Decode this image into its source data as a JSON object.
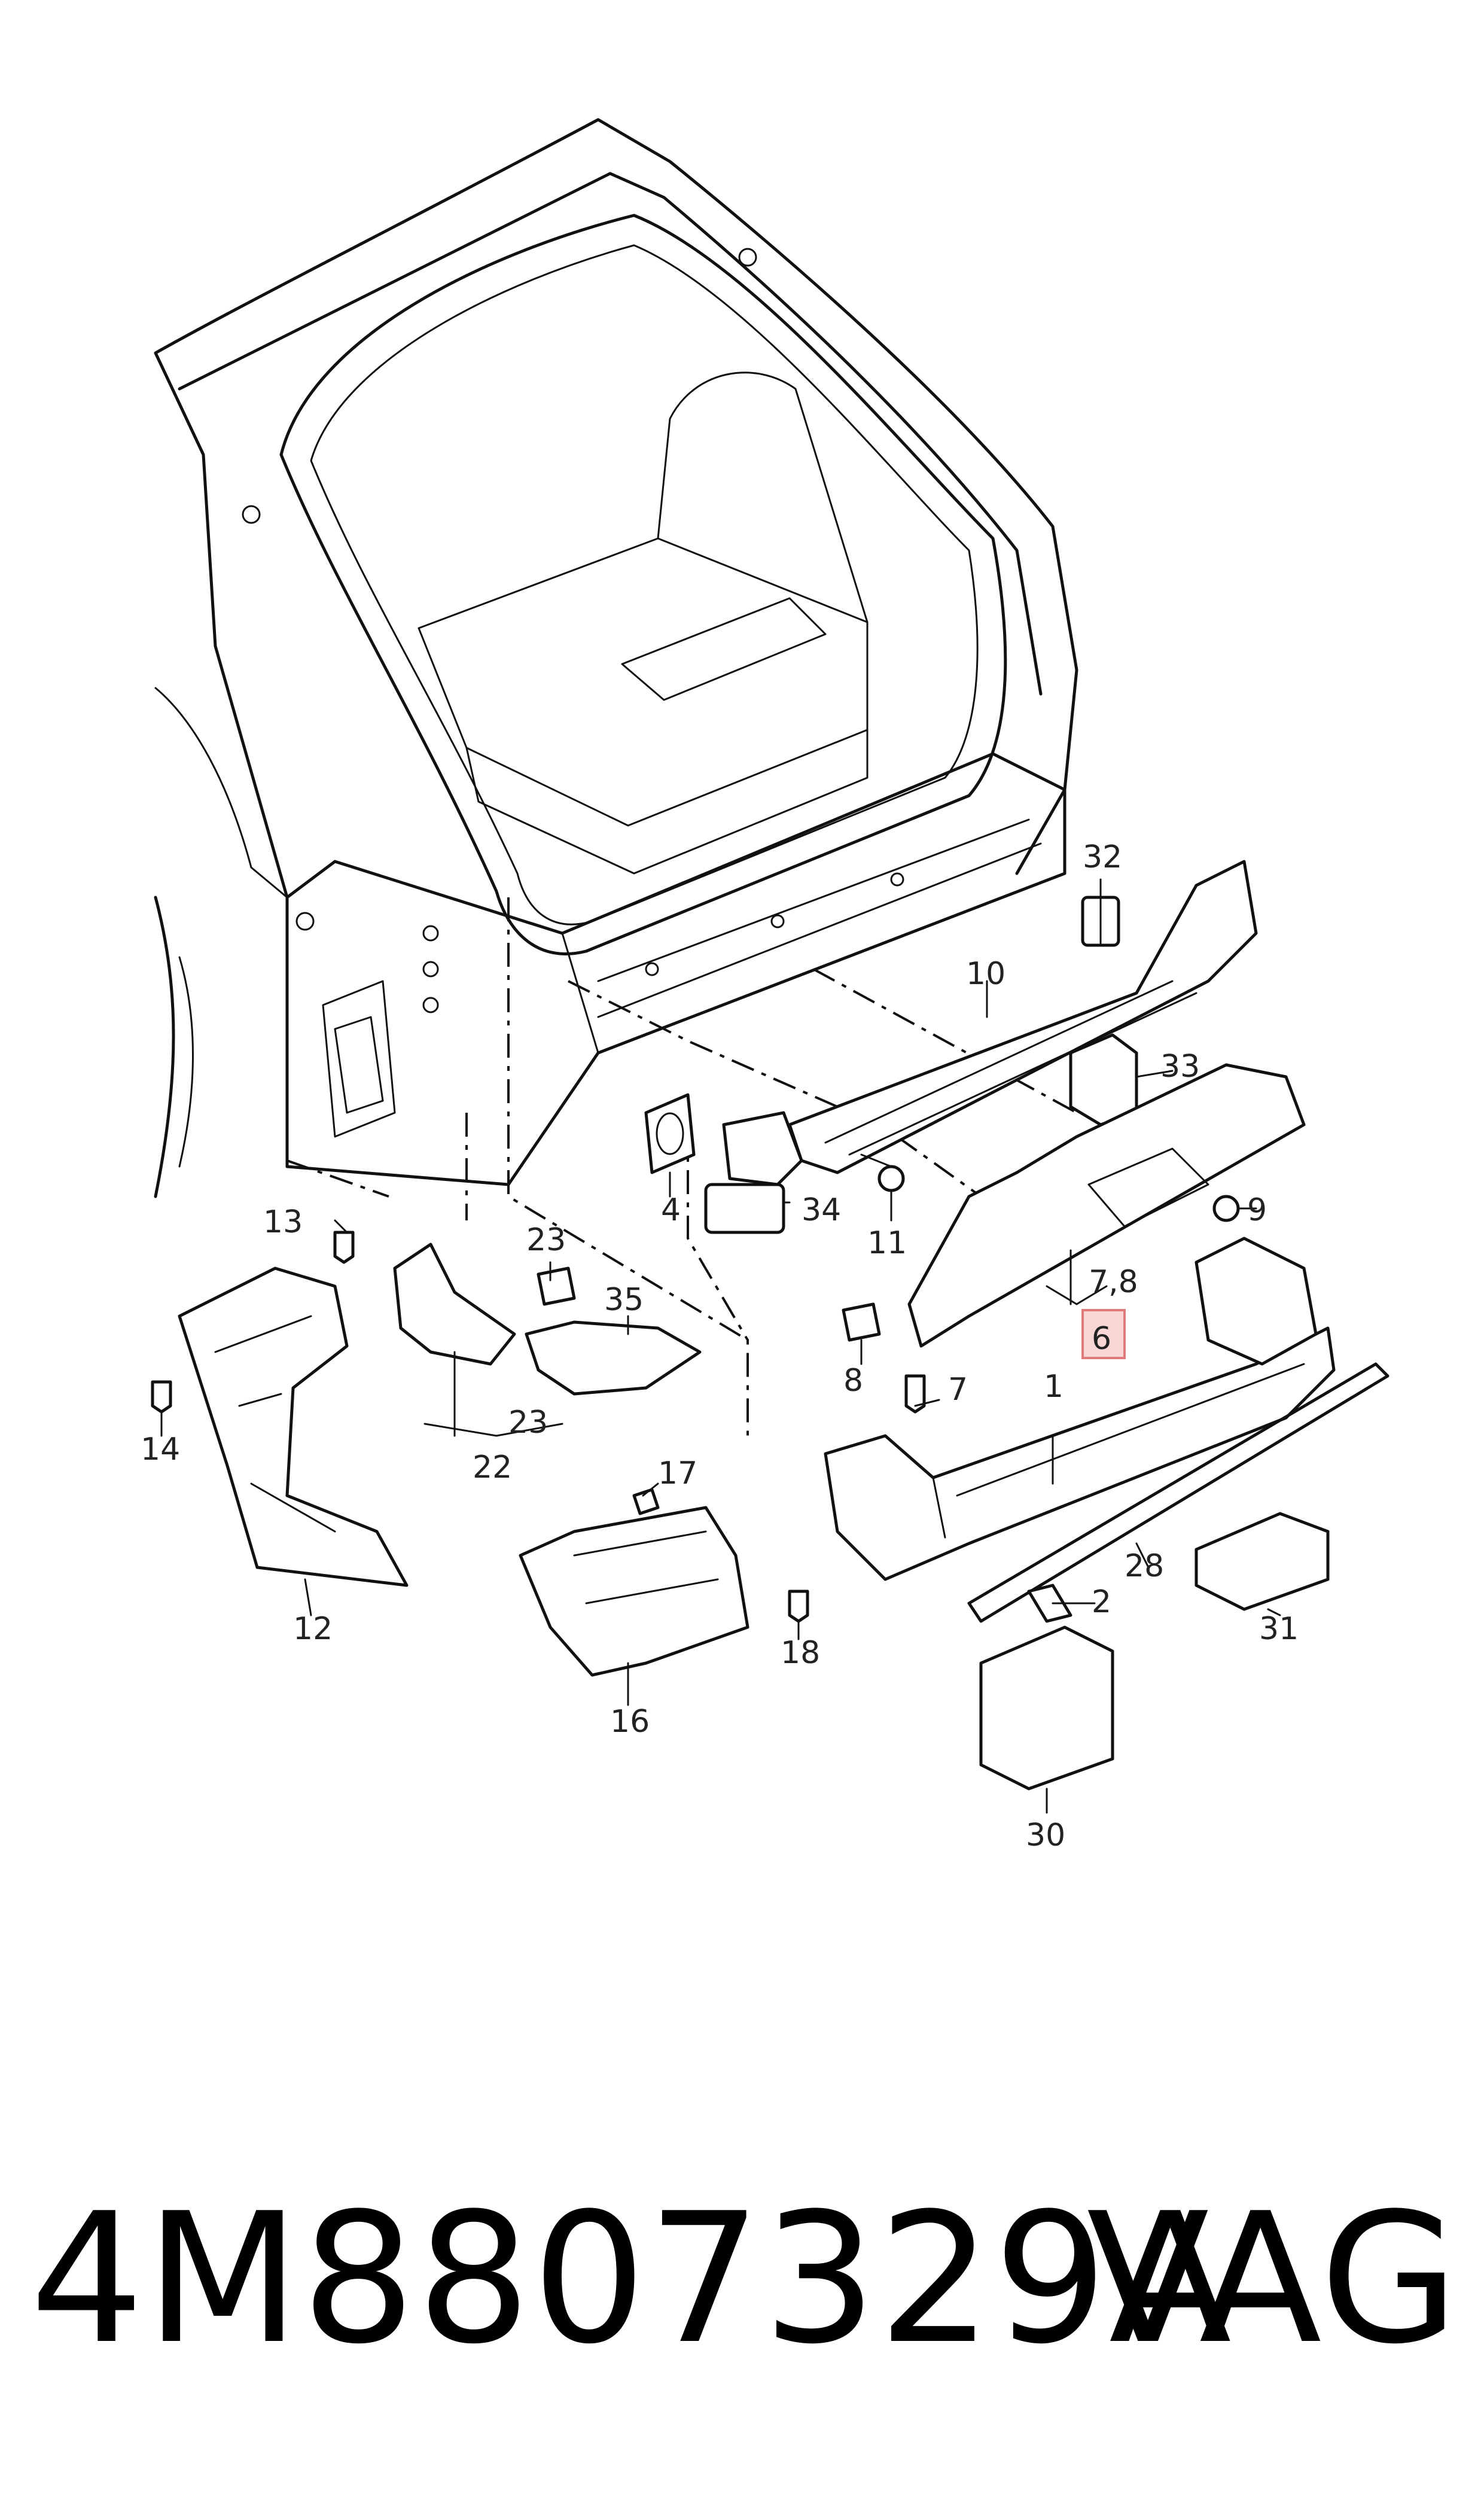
{
  "callouts": {
    "c1": "1",
    "c2": "2",
    "c4": "4",
    "c6": "6",
    "c7": "7",
    "c78": "7,8",
    "c8": "8",
    "c9": "9",
    "c10": "10",
    "c11": "11",
    "c12": "12",
    "c13": "13",
    "c14": "14",
    "c16": "16",
    "c17": "17",
    "c18": "18",
    "c22": "22",
    "c23a": "23",
    "c23b": "23",
    "c28": "28",
    "c30": "30",
    "c31": "31",
    "c32": "32",
    "c33": "33",
    "c34": "34",
    "c35": "35"
  },
  "highlight_color": "#f8d6d6",
  "caption": {
    "part_number": "4M8807329A",
    "brand": "VAG"
  }
}
